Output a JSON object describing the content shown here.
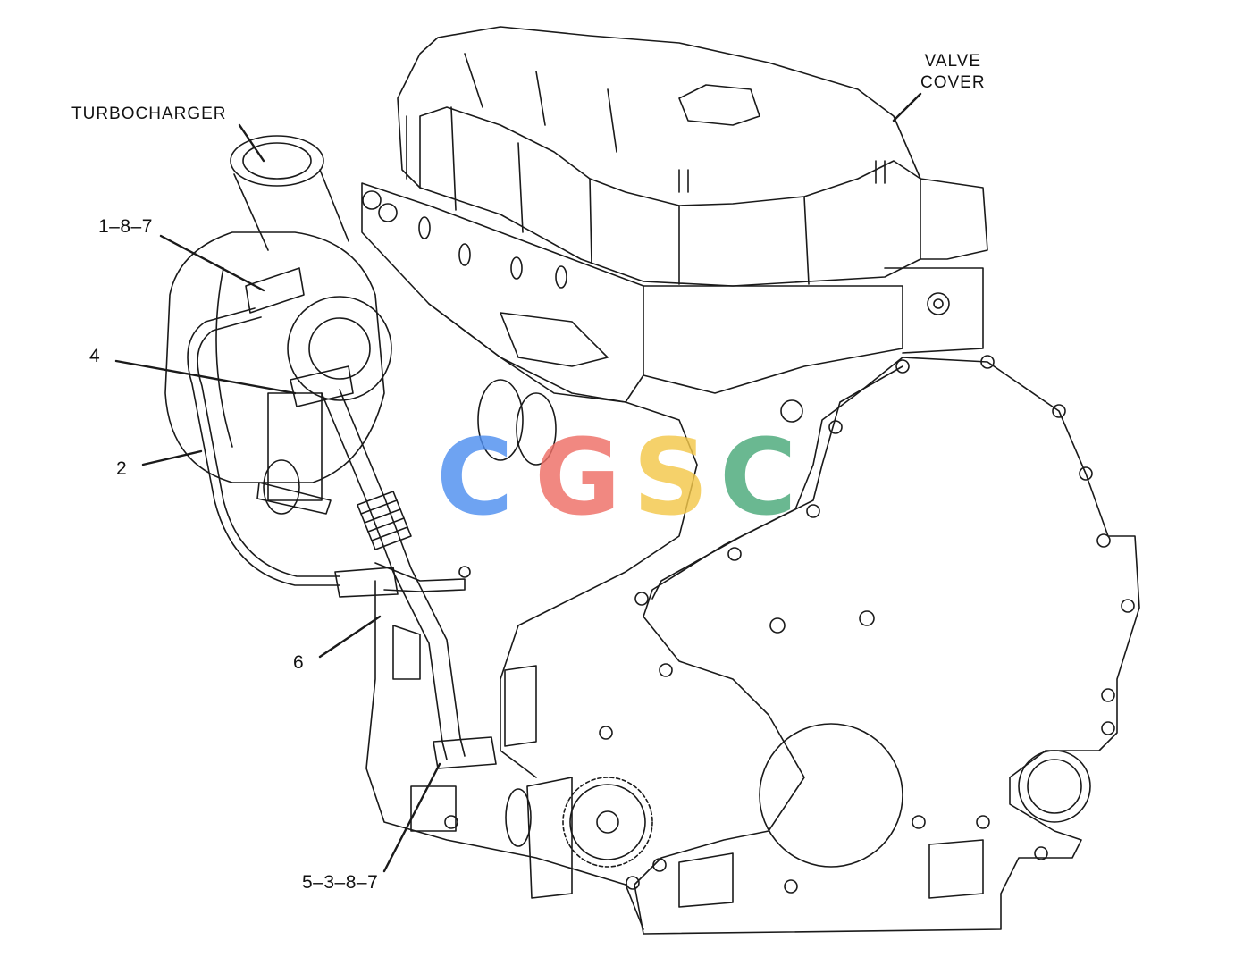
{
  "labels": {
    "turbocharger": "TURBOCHARGER",
    "valve_cover_line1": "VALVE",
    "valve_cover_line2": "COVER",
    "callout_1_8_7": "1–8–7",
    "callout_4": "4",
    "callout_2": "2",
    "callout_6": "6",
    "callout_5_3_8_7": "5–3–8–7"
  },
  "watermark": {
    "letters": [
      "C",
      "G",
      "S",
      "C"
    ],
    "colors": [
      "#4f8ff0",
      "#ef6f66",
      "#f4c84a",
      "#4aa97a"
    ]
  },
  "colors": {
    "line": "#1a1a1a",
    "background": "#ffffff"
  }
}
